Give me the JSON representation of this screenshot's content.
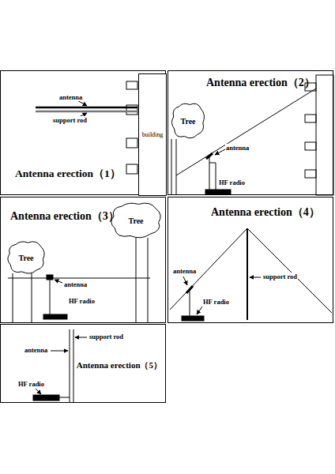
{
  "diagram": {
    "nodes": [
      {
        "text": [
          "Antenna erection（1）"
        ]
      },
      {
        "text": [
          "building"
        ],
        "in": 0
      },
      {
        "text": [
          "Antenna erection（2）"
        ]
      },
      {
        "text": [
          "Tree"
        ],
        "in": 2
      },
      {
        "text": [
          "Antenna erection（3）"
        ]
      },
      {
        "text": [
          "Tree"
        ],
        "in": 4
      },
      {
        "text": [
          "Tree"
        ],
        "in": 4
      },
      {
        "text": [
          "Antenna erection（4）"
        ]
      },
      {
        "text": [
          "Antenna erection（5）"
        ]
      }
    ],
    "labels": [
      "antenna",
      "support rod",
      "antenna",
      "HF radio",
      "antenna",
      "HF radio",
      "antenna",
      "HF radio",
      "support rod",
      "support rod",
      "antenna",
      "HF radio"
    ]
  }
}
